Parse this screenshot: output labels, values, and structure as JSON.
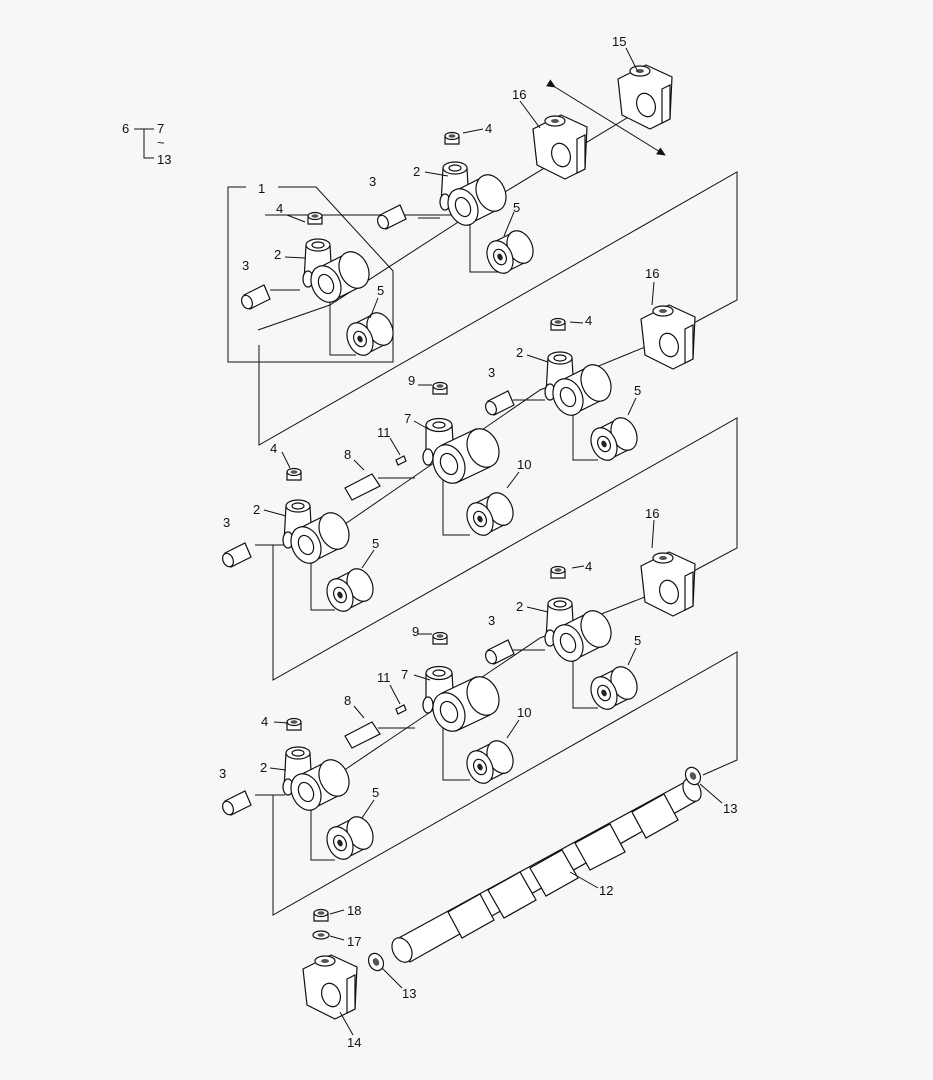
{
  "title": "",
  "group_label": {
    "parent": "6",
    "range_start": "7",
    "range_sep": "~",
    "range_end": "13"
  },
  "callouts": [
    {
      "id": "c15",
      "text": "15"
    },
    {
      "id": "c16a",
      "text": "16"
    },
    {
      "id": "c4a",
      "text": "4"
    },
    {
      "id": "c2a",
      "text": "2"
    },
    {
      "id": "c3a",
      "text": "3"
    },
    {
      "id": "c5a",
      "text": "5"
    },
    {
      "id": "c1",
      "text": "1"
    },
    {
      "id": "c4b",
      "text": "4"
    },
    {
      "id": "c2b",
      "text": "2"
    },
    {
      "id": "c3b",
      "text": "3"
    },
    {
      "id": "c5b",
      "text": "5"
    },
    {
      "id": "c16b",
      "text": "16"
    },
    {
      "id": "c4c",
      "text": "4"
    },
    {
      "id": "c2c",
      "text": "2"
    },
    {
      "id": "c3c",
      "text": "3"
    },
    {
      "id": "c5c",
      "text": "5"
    },
    {
      "id": "c9a",
      "text": "9"
    },
    {
      "id": "c7a",
      "text": "7"
    },
    {
      "id": "c11a",
      "text": "11"
    },
    {
      "id": "c8a",
      "text": "8"
    },
    {
      "id": "c10a",
      "text": "10"
    },
    {
      "id": "c4d",
      "text": "4"
    },
    {
      "id": "c2d",
      "text": "2"
    },
    {
      "id": "c3d",
      "text": "3"
    },
    {
      "id": "c5d",
      "text": "5"
    },
    {
      "id": "c16c",
      "text": "16"
    },
    {
      "id": "c4e",
      "text": "4"
    },
    {
      "id": "c2e",
      "text": "2"
    },
    {
      "id": "c3e",
      "text": "3"
    },
    {
      "id": "c5e",
      "text": "5"
    },
    {
      "id": "c9b",
      "text": "9"
    },
    {
      "id": "c7b",
      "text": "7"
    },
    {
      "id": "c11b",
      "text": "11"
    },
    {
      "id": "c8b",
      "text": "8"
    },
    {
      "id": "c10b",
      "text": "10"
    },
    {
      "id": "c4f",
      "text": "4"
    },
    {
      "id": "c2f",
      "text": "2"
    },
    {
      "id": "c3f",
      "text": "3"
    },
    {
      "id": "c5f",
      "text": "5"
    },
    {
      "id": "c13a",
      "text": "13"
    },
    {
      "id": "c12",
      "text": "12"
    },
    {
      "id": "c18",
      "text": "18"
    },
    {
      "id": "c17",
      "text": "17"
    },
    {
      "id": "c13b",
      "text": "13"
    },
    {
      "id": "c14",
      "text": "14"
    }
  ]
}
